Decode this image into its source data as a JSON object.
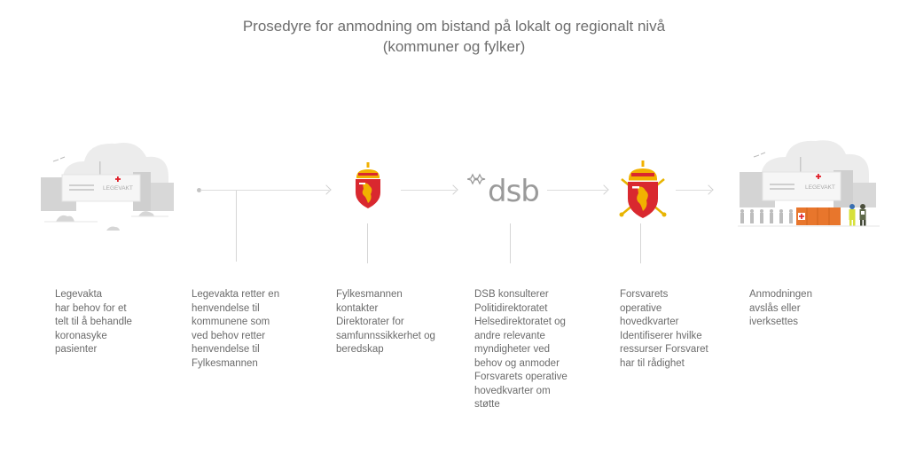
{
  "title": {
    "line1": "Prosedyre for anmodning om bistand på lokalt og regionalt nivå",
    "line2": "(kommuner og fylker)"
  },
  "icons": {
    "hospital_left": {
      "name": "legevakt-building-illustration",
      "label": "LEGEVAKT"
    },
    "fylkesmannen": {
      "name": "norwegian-coat-of-arms-icon"
    },
    "dsb": {
      "name": "dsb-logo",
      "label": "dsb"
    },
    "forsvaret": {
      "name": "armed-forces-coat-of-arms-icon"
    },
    "hospital_right": {
      "name": "legevakt-tent-illustration",
      "label": "LEGEVAKT"
    }
  },
  "colors": {
    "text": "#6b6b6b",
    "line": "#d6d6d6",
    "shield_red": "#d9282f",
    "crown_gold": "#f2b100",
    "tent_orange": "#e8762c",
    "cross_red": "#e0202a",
    "hazmat_yellow": "#d7e03a"
  },
  "steps": [
    {
      "id": "step-1",
      "text": "Legevakta\nhar behov for et\ntelt til å behandle\nkoronasyke\npasienter"
    },
    {
      "id": "step-2",
      "text": "Legevakta retter en\nhenvendelse til\nkommunene som\nved behov retter\nhenvendelse til\nFylkesmannen"
    },
    {
      "id": "step-3",
      "text": "Fylkesmannen\nkontakter\nDirektorater for\nsamfunnssikkerhet og\nberedskap"
    },
    {
      "id": "step-4",
      "text": "DSB konsulterer\nPolitidirektoratet\nHelsedirektoratet og\nandre relevante\nmyndigheter ved\nbehov og anmoder\nForsvarets operative\nhovedkvarter om\nstøtte"
    },
    {
      "id": "step-5",
      "text": "Forsvarets\noperative\nhovedkvarter\nIdentifiserer hvilke\nressurser Forsvaret\nhar til rådighet"
    },
    {
      "id": "step-6",
      "text": "Anmodningen\navslås eller\niverksettes"
    }
  ]
}
